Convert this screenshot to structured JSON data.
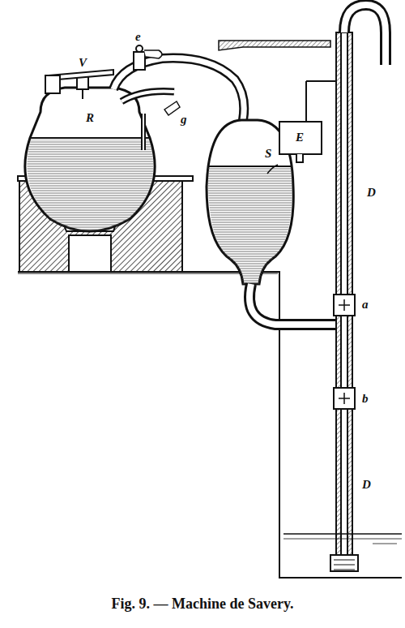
{
  "diagram": {
    "caption": "Fig. 9. — Machine de Savery.",
    "labels": [
      "V",
      "e",
      "R",
      "g",
      "S",
      "E",
      "D",
      "a",
      "b",
      "D"
    ]
  }
}
